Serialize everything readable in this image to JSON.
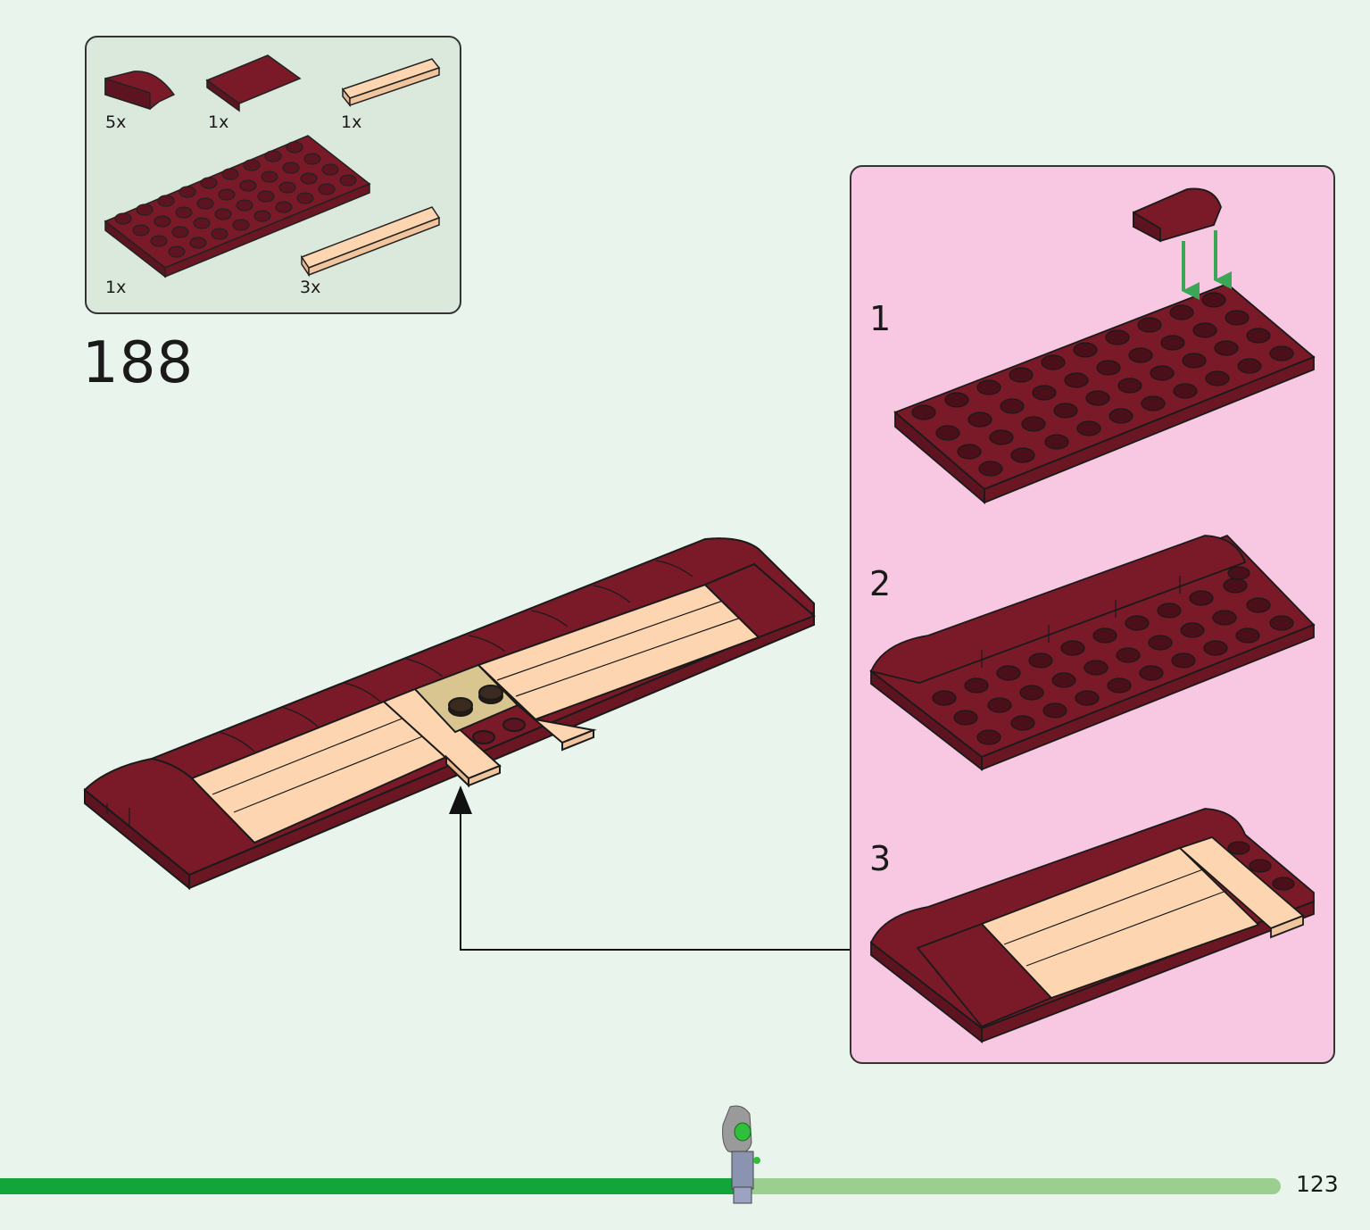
{
  "step": {
    "number": "188"
  },
  "parts": [
    {
      "qty": "5x",
      "icon": "curved-slope-tile-icon",
      "color": "#7a1a28"
    },
    {
      "qty": "1x",
      "icon": "flat-tile-icon",
      "color": "#7a1a28"
    },
    {
      "qty": "1x",
      "icon": "long-tile-icon",
      "color": "#fdd5b0"
    },
    {
      "qty": "1x",
      "icon": "plate-4x12-icon",
      "color": "#7a1a28"
    },
    {
      "qty": "3x",
      "icon": "long-tile-icon",
      "color": "#fdd5b0"
    }
  ],
  "substeps": [
    {
      "number": "1"
    },
    {
      "number": "2"
    },
    {
      "number": "3"
    }
  ],
  "page": {
    "number": "123"
  },
  "colors": {
    "background": "#e9f5ec",
    "parts_panel": "#dbe8dc",
    "substep_panel": "#f8c8e3",
    "dark_red": "#7a1a28",
    "tan": "#fdd5b0",
    "progress_filled": "#12a63a",
    "progress_empty": "#9bcf8f",
    "arrow_green": "#3aa656"
  },
  "progress": {
    "fraction": 0.58
  }
}
